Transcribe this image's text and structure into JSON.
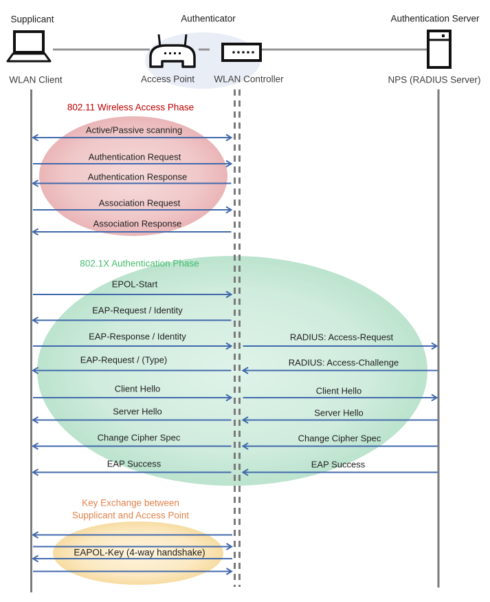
{
  "colors": {
    "arrow": "#4169AC",
    "lifeline": "#7A7A7A",
    "phase_80211_title": "#C00000",
    "phase_8021x_title": "#45BC6E",
    "phase_keyx_title": "#E0834D",
    "ellipse_80211": "#F0C8C9",
    "ellipse_8021x": "#D0ECDD",
    "ellipse_keyx": "#FCE9C2",
    "ellipse_authenticator": "#E9EDF6"
  },
  "icons": {
    "supplicant": "laptop-icon",
    "access_point": "wireless-router-icon",
    "wlan_controller": "controller-box-icon",
    "authentication_server": "server-icon"
  },
  "actors": {
    "supplicant": {
      "role": "Supplicant",
      "device": "WLAN Client"
    },
    "authenticator": {
      "role": "Authenticator",
      "access_point": "Access Point",
      "wlan_controller": "WLAN Controller"
    },
    "authentication_server": {
      "role": "Authentication Server",
      "device": "NPS (RADIUS Server)"
    }
  },
  "phases": {
    "wireless_access": {
      "title": "802.11 Wireless Access Phase",
      "messages": [
        {
          "label": "Active/Passive scanning",
          "from": "WLAN Client",
          "to": "WLAN Controller",
          "direction": "both"
        },
        {
          "label": "Authentication Request",
          "from": "WLAN Client",
          "to": "WLAN Controller",
          "direction": "right"
        },
        {
          "label": "Authentication Response",
          "from": "WLAN Controller",
          "to": "WLAN Client",
          "direction": "left"
        },
        {
          "label": "Association Request",
          "from": "WLAN Client",
          "to": "WLAN Controller",
          "direction": "right"
        },
        {
          "label": "Association Response",
          "from": "WLAN Controller",
          "to": "WLAN Client",
          "direction": "left"
        }
      ]
    },
    "dot1x_authentication": {
      "title": "802.1X Authentication Phase",
      "left_messages": [
        {
          "label": "EPOL-Start",
          "direction": "right"
        },
        {
          "label": "EAP-Request / Identity",
          "direction": "left"
        },
        {
          "label": "EAP-Response / Identity",
          "direction": "right"
        },
        {
          "label": "EAP-Request / (Type)",
          "direction": "left"
        },
        {
          "label": "Client Hello",
          "direction": "right"
        },
        {
          "label": "Server Hello",
          "direction": "left"
        },
        {
          "label": "Change Cipher Spec",
          "direction": "left"
        },
        {
          "label": "EAP Success",
          "direction": "left"
        }
      ],
      "right_messages": [
        {
          "label": "RADIUS: Access-Request",
          "direction": "right"
        },
        {
          "label": "RADIUS: Access-Challenge",
          "direction": "left"
        },
        {
          "label": "Client Hello",
          "direction": "right"
        },
        {
          "label": "Server Hello",
          "direction": "left"
        },
        {
          "label": "Change Cipher Spec",
          "direction": "left"
        },
        {
          "label": "EAP Success",
          "direction": "left"
        }
      ]
    },
    "key_exchange": {
      "title_line1": "Key Exchange between",
      "title_line2": "Supplicant and Access Point",
      "messages": [
        {
          "label": "",
          "direction": "left"
        },
        {
          "label": "",
          "direction": "right"
        },
        {
          "label": "EAPOL-Key (4-way handshake)",
          "direction": "left"
        },
        {
          "label": "",
          "direction": "right"
        }
      ]
    }
  }
}
